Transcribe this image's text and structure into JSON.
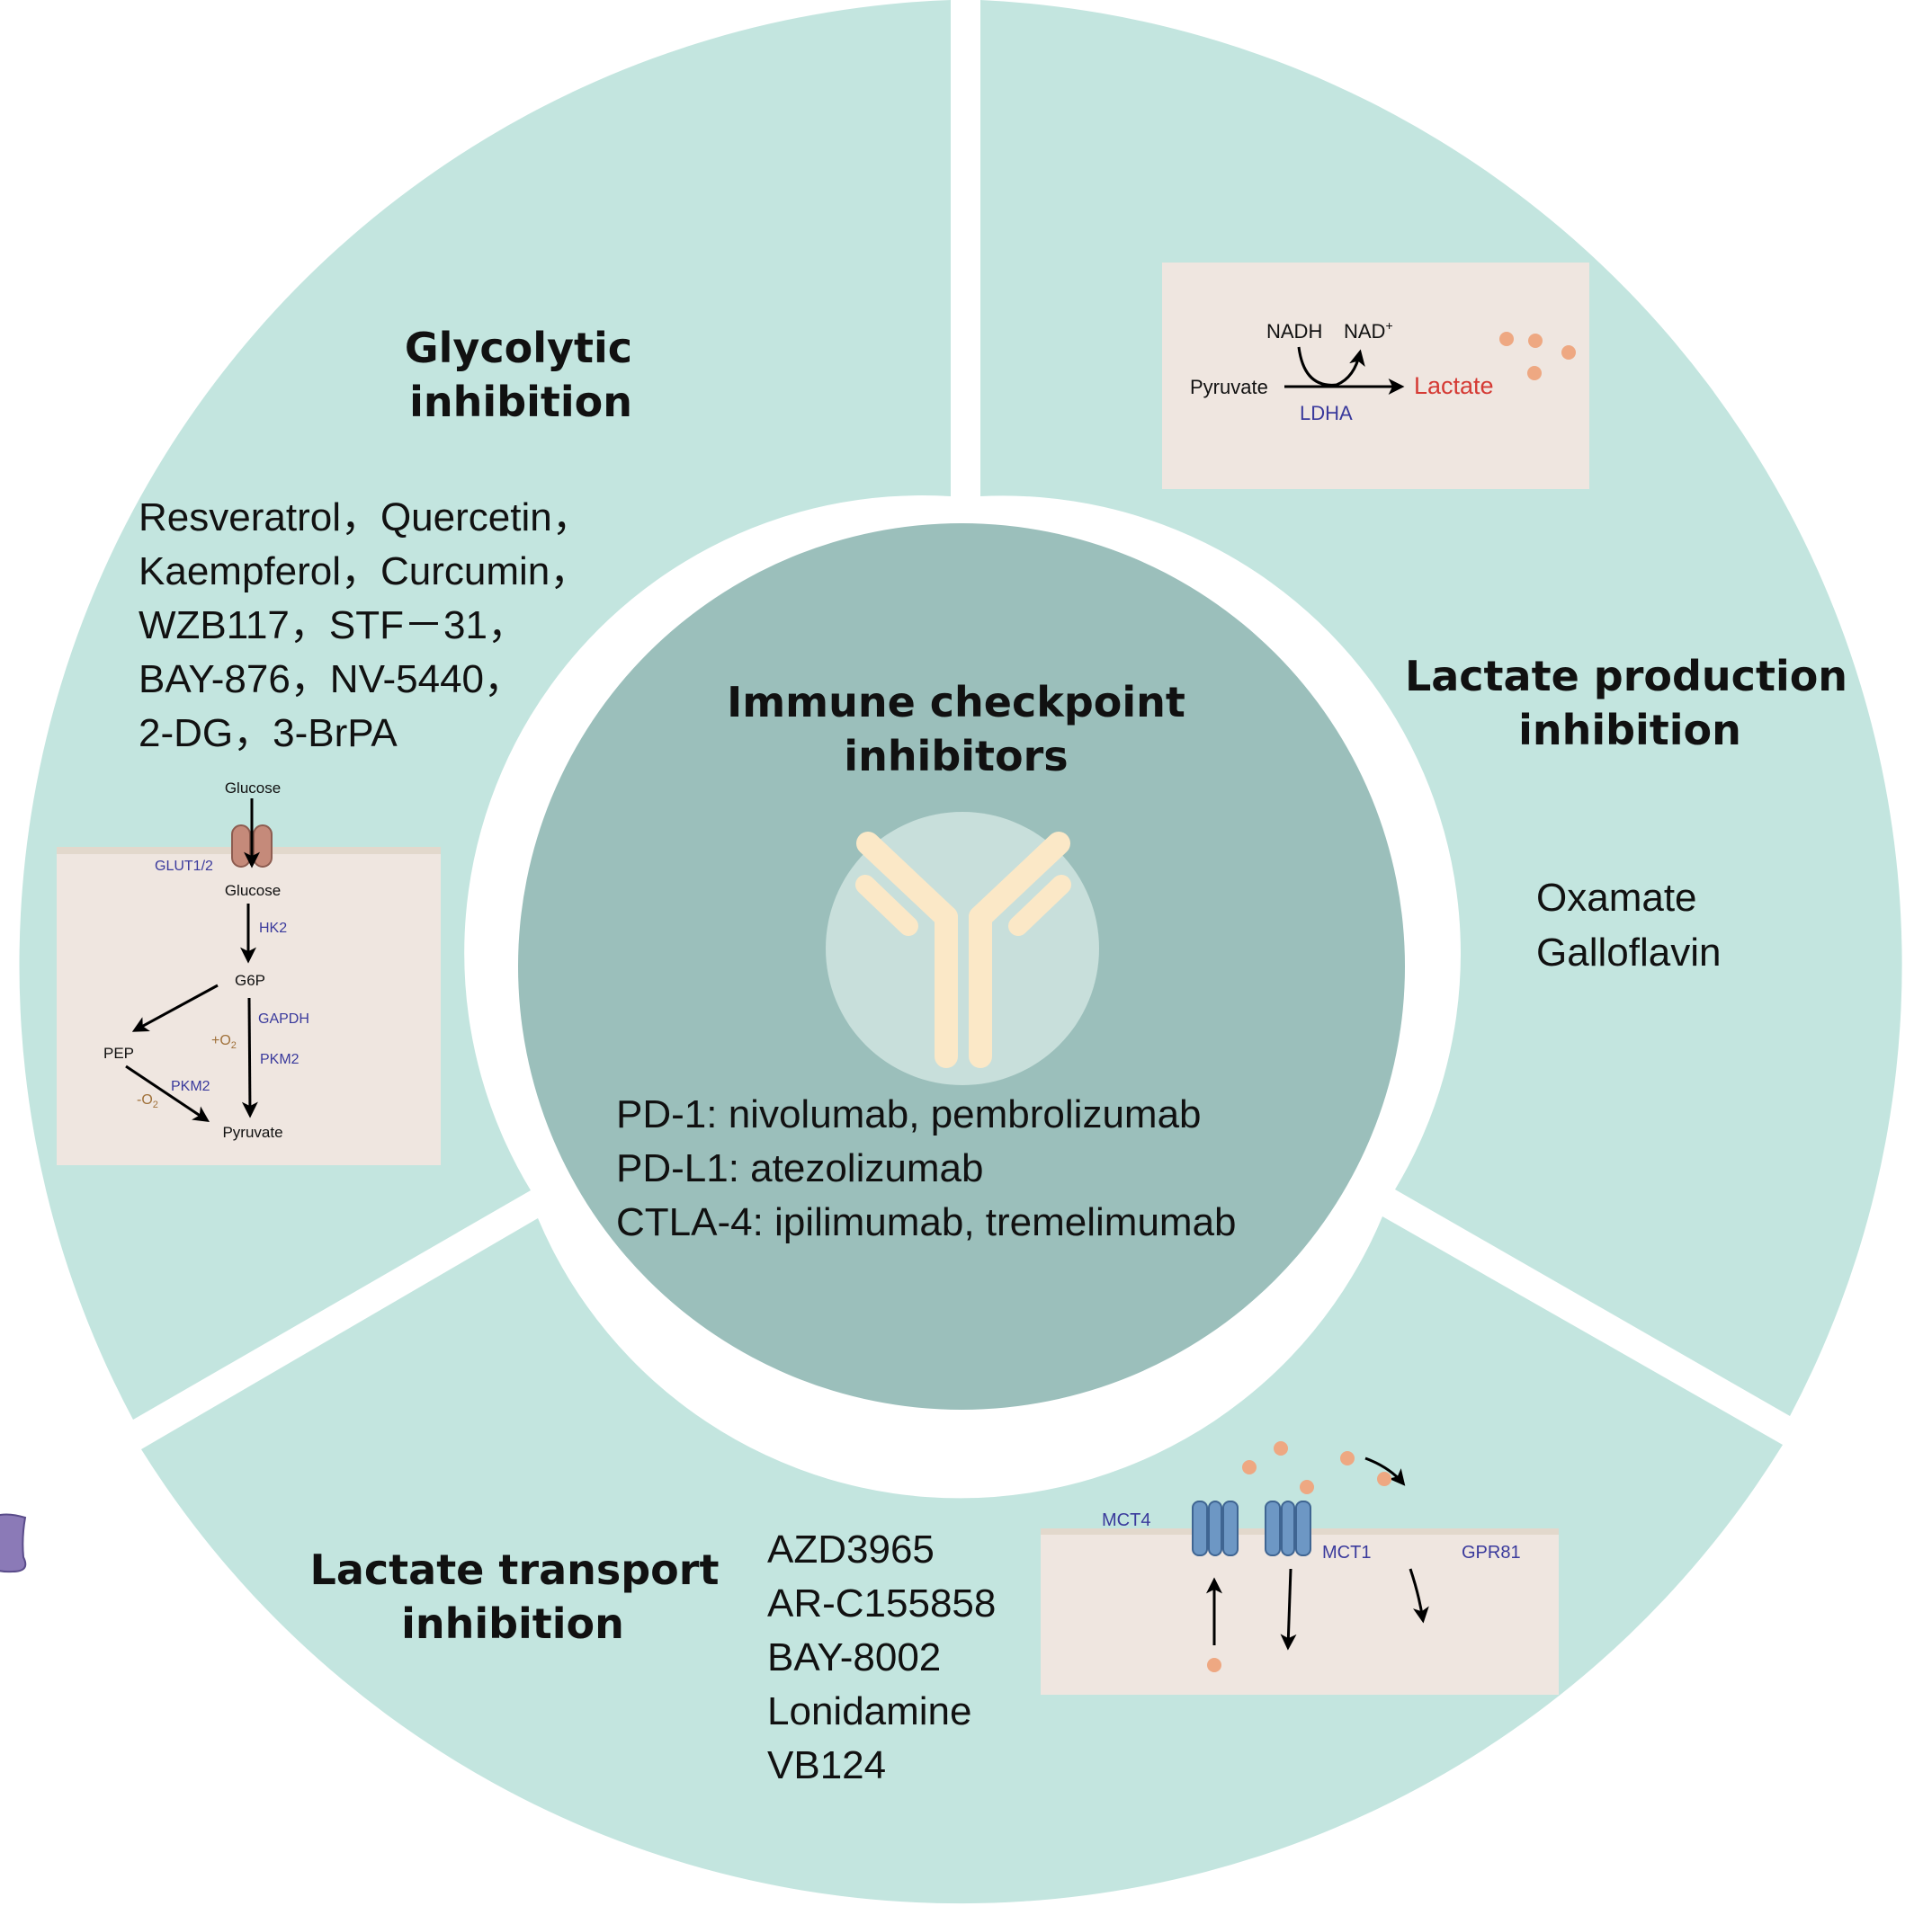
{
  "colors": {
    "segment": "#c3e5df",
    "center": "#9bbfbb",
    "gap": "#ffffff",
    "inset_bg": "#efe6e0",
    "membrane": "#e2d8cc",
    "enzyme": "#3a3a9c",
    "lactate_text": "#d53a34",
    "lactate_dot": "#eea882",
    "oxygen": "#a0713a",
    "transporter": "#6d97c4",
    "receptor": "#8b7ab7",
    "glut": "#c58a7a",
    "antibody": "#fbe8c7",
    "antibody_bg": "#c8dfdb"
  },
  "center": {
    "title_line1": "Immune checkpoint",
    "title_line2": "inhibitors",
    "icon": "antibody-icon",
    "items": [
      "PD-1: nivolumab, pembrolizumab",
      "PD-L1: atezolizumab",
      "CTLA-4: ipilimumab, tremelimumab"
    ]
  },
  "glycolytic": {
    "title_line1": "Glycolytic",
    "title_line2": "inhibition",
    "drugs": [
      "Resveratrol，Quercetin，",
      "Kaempferol，Curcumin，",
      "WZB117，STF－31，",
      "BAY-876，NV-5440，",
      "2-DG，3-BrPA"
    ],
    "pathway": {
      "glucose_out": "Glucose",
      "transporter": "GLUT1/2",
      "glucose_in": "Glucose",
      "hk2": "HK2",
      "g6p": "G6P",
      "gapdh": "GAPDH",
      "plus_o2": "+O",
      "minus_o2": "-O",
      "o2_sub": "2",
      "pkm2_right": "PKM2",
      "pep": "PEP",
      "pkm2_left": "PKM2",
      "pyruvate": "Pyruvate"
    }
  },
  "production": {
    "title_line1": "Lactate production",
    "title_line2": "inhibition",
    "drugs": [
      "Oxamate",
      "Galloflavin"
    ],
    "reaction": {
      "nadh": "NADH",
      "nad": "NAD",
      "nad_sup": "+",
      "pyruvate": "Pyruvate",
      "enzyme": "LDHA",
      "lactate": "Lactate"
    }
  },
  "transport": {
    "title_line1": "Lactate transport",
    "title_line2": "inhibition",
    "drugs": [
      "AZD3965",
      "AR-C155858",
      "BAY-8002",
      "Lonidamine",
      "VB124"
    ],
    "labels": {
      "mct4": "MCT4",
      "mct1": "MCT1",
      "gpr81": "GPR81"
    }
  }
}
